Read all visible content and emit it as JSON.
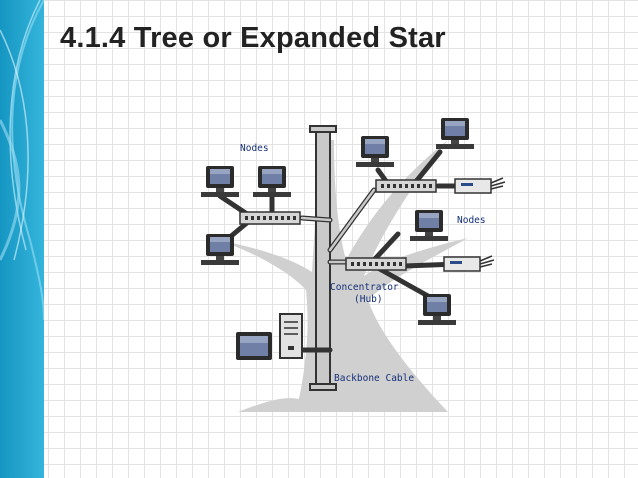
{
  "slide": {
    "title": "4.1.4 Tree or Expanded Star"
  },
  "diagram": {
    "labels": {
      "nodes_top": "Nodes",
      "nodes_right": "Nodes",
      "concentrator_line1": "Concentrator",
      "concentrator_line2": "(Hub)",
      "backbone": "Backbone Cable"
    }
  },
  "colors": {
    "sidebar": "#1aa0c8",
    "tree": "#cfcfcf",
    "label_text": "#15307a"
  }
}
